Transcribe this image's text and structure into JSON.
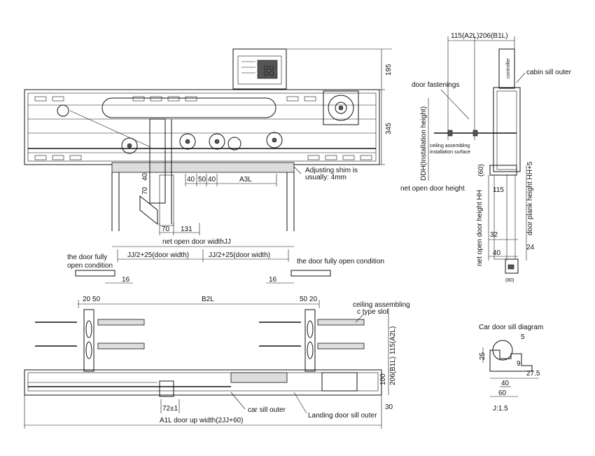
{
  "labels": {
    "dim_195": "195",
    "dim_345": "345",
    "dim_40a": "40",
    "dim_50": "50",
    "dim_40b": "40",
    "dim_a3l": "A3L",
    "adjusting_shim": "Adjusting shim is",
    "adjusting_shim2": "usually: 4mm",
    "dim_40v": "40",
    "dim_70v": "70",
    "dim_70": "70",
    "dim_131": "131",
    "net_open_width": "net open door widthJJ",
    "door_width_left": "JJ/2+25(door width)",
    "door_width_right": "JJ/2+25(door width)",
    "fully_open_left_1": "the door fully",
    "fully_open_left_2": "open condition",
    "fully_open_right": "the door fully open condition",
    "dim_16_left": "16",
    "dim_16_right": "16",
    "dim_20_50_left": "20 50",
    "dim_b2l": "B2L",
    "dim_50_20_right": "50 20",
    "ceiling_slot_1": "ceiling assembling",
    "ceiling_slot_2": "c type slot",
    "dim_206_115": "206(B1L) 115(A2L)",
    "dim_100": "100",
    "dim_72": "72±1",
    "car_sill_outer": "car sill outer",
    "a1l_width": "A1L door up width(2JJ+60)",
    "landing_sill_outer": "Landing door sill outer",
    "dim_30": "30",
    "side_top_dim": "115(A2L)206(B1L)",
    "cabin_sill_outer": "cabin sill outer",
    "door_fastenings": "door fastenings",
    "controller": "controller",
    "installation_height": "DDH(Installation height)",
    "ceiling_surface_1": "ceiling assembling",
    "ceiling_surface_2": "installation surface",
    "dim_60_side": "(60)",
    "dim_115_side": "115",
    "net_open_height_left": "net open door height",
    "net_open_height_hh": "net open door height HH",
    "door_plank_height": "door plank height HH+5",
    "dim_32": "32",
    "dim_24": "24",
    "dim_40_side": "40",
    "dim_80": "(80)",
    "sill_title": "Car door sill  diagram",
    "sill_5": "5",
    "sill_25": "25",
    "sill_9": "9",
    "sill_27_5": "27.5",
    "sill_40": "40",
    "sill_60": "60",
    "sill_scale": "J:1.5"
  }
}
